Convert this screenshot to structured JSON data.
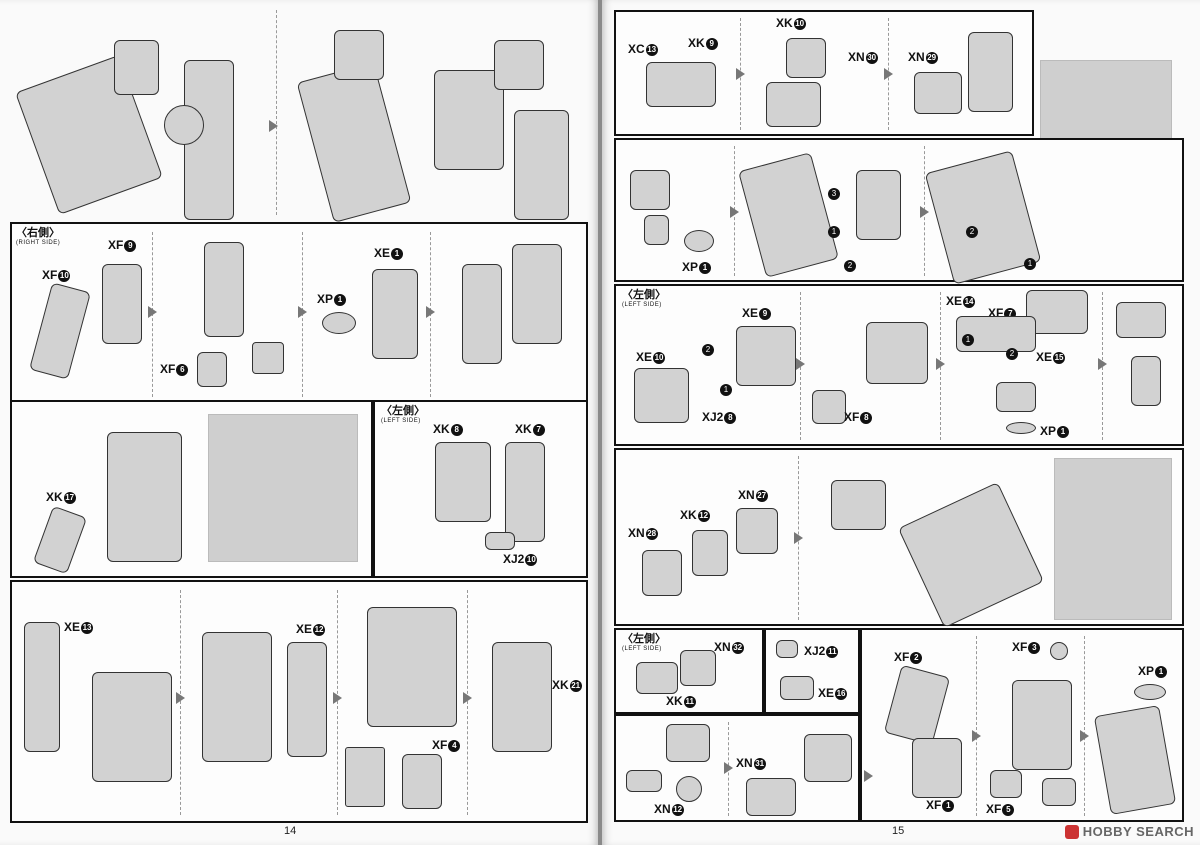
{
  "pages": {
    "left": {
      "number": "14"
    },
    "right": {
      "number": "15"
    }
  },
  "side_labels": {
    "right_side": {
      "jp": "〈右側〉",
      "en": "(RIGHT SIDE)"
    },
    "left_side": {
      "jp": "〈左側〉",
      "en": "(LEFT SIDE)"
    }
  },
  "parts": {
    "XF10": {
      "code": "XF",
      "num": "10"
    },
    "XF9": {
      "code": "XF",
      "num": "9"
    },
    "XF6": {
      "code": "XF",
      "num": "6"
    },
    "XP1": {
      "code": "XP",
      "num": "1"
    },
    "XE1": {
      "code": "XE",
      "num": "1"
    },
    "XK17": {
      "code": "XK",
      "num": "17"
    },
    "XK8": {
      "code": "XK",
      "num": "8"
    },
    "XK7": {
      "code": "XK",
      "num": "7"
    },
    "XJ210": {
      "code": "XJ2",
      "num": "10"
    },
    "XE13": {
      "code": "XE",
      "num": "13"
    },
    "XE12": {
      "code": "XE",
      "num": "12"
    },
    "XF4": {
      "code": "XF",
      "num": "4"
    },
    "XK21": {
      "code": "XK",
      "num": "21"
    },
    "XC13": {
      "code": "XC",
      "num": "13"
    },
    "XK9": {
      "code": "XK",
      "num": "9"
    },
    "XK10": {
      "code": "XK",
      "num": "10"
    },
    "XN30": {
      "code": "XN",
      "num": "30"
    },
    "XN29": {
      "code": "XN",
      "num": "29"
    },
    "XE9": {
      "code": "XE",
      "num": "9"
    },
    "XE10": {
      "code": "XE",
      "num": "10"
    },
    "XJ28": {
      "code": "XJ2",
      "num": "8"
    },
    "XF8": {
      "code": "XF",
      "num": "8"
    },
    "XE14": {
      "code": "XE",
      "num": "14"
    },
    "XF7": {
      "code": "XF",
      "num": "7"
    },
    "XE15": {
      "code": "XE",
      "num": "15"
    },
    "XN27": {
      "code": "XN",
      "num": "27"
    },
    "XK12": {
      "code": "XK",
      "num": "12"
    },
    "XN28": {
      "code": "XN",
      "num": "28"
    },
    "XN32": {
      "code": "XN",
      "num": "32"
    },
    "XK11": {
      "code": "XK",
      "num": "11"
    },
    "XJ211": {
      "code": "XJ2",
      "num": "11"
    },
    "XE16": {
      "code": "XE",
      "num": "16"
    },
    "XN31": {
      "code": "XN",
      "num": "31"
    },
    "XN12": {
      "code": "XN",
      "num": "12"
    },
    "XF2": {
      "code": "XF",
      "num": "2"
    },
    "XF1": {
      "code": "XF",
      "num": "1"
    },
    "XF3": {
      "code": "XF",
      "num": "3"
    },
    "XF5": {
      "code": "XF",
      "num": "5"
    }
  },
  "steps": {
    "s1": "1",
    "s2": "2",
    "s3": "3"
  },
  "watermark": {
    "text": "HOBBY SEARCH"
  }
}
